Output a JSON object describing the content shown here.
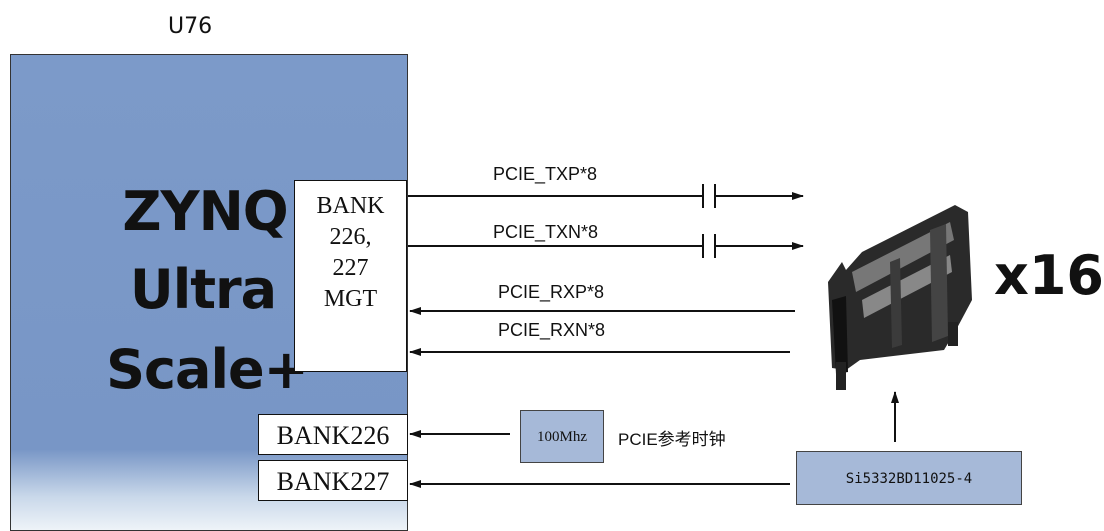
{
  "chip": {
    "designator": "U76",
    "name_lines": [
      "ZYNQ",
      "Ultra",
      "Scale+"
    ],
    "fill_color": "#7896c6"
  },
  "mgt_bank": {
    "lines": [
      "BANK",
      "226,",
      "227",
      "MGT"
    ]
  },
  "clock_banks": {
    "bank226": "BANK226",
    "bank227": "BANK227"
  },
  "signals": {
    "txp": "PCIE_TXP*8",
    "txn": "PCIE_TXN*8",
    "rxp": "PCIE_RXP*8",
    "rxn": "PCIE_RXN*8"
  },
  "oscillator": {
    "label": "100Mhz",
    "caption": "PCIE参考时钟",
    "fill_color": "#a6b9d8"
  },
  "clock_generator": {
    "label": "Si5332BD11025-4",
    "fill_color": "#a6b9d8"
  },
  "connector": {
    "label": "x16"
  }
}
